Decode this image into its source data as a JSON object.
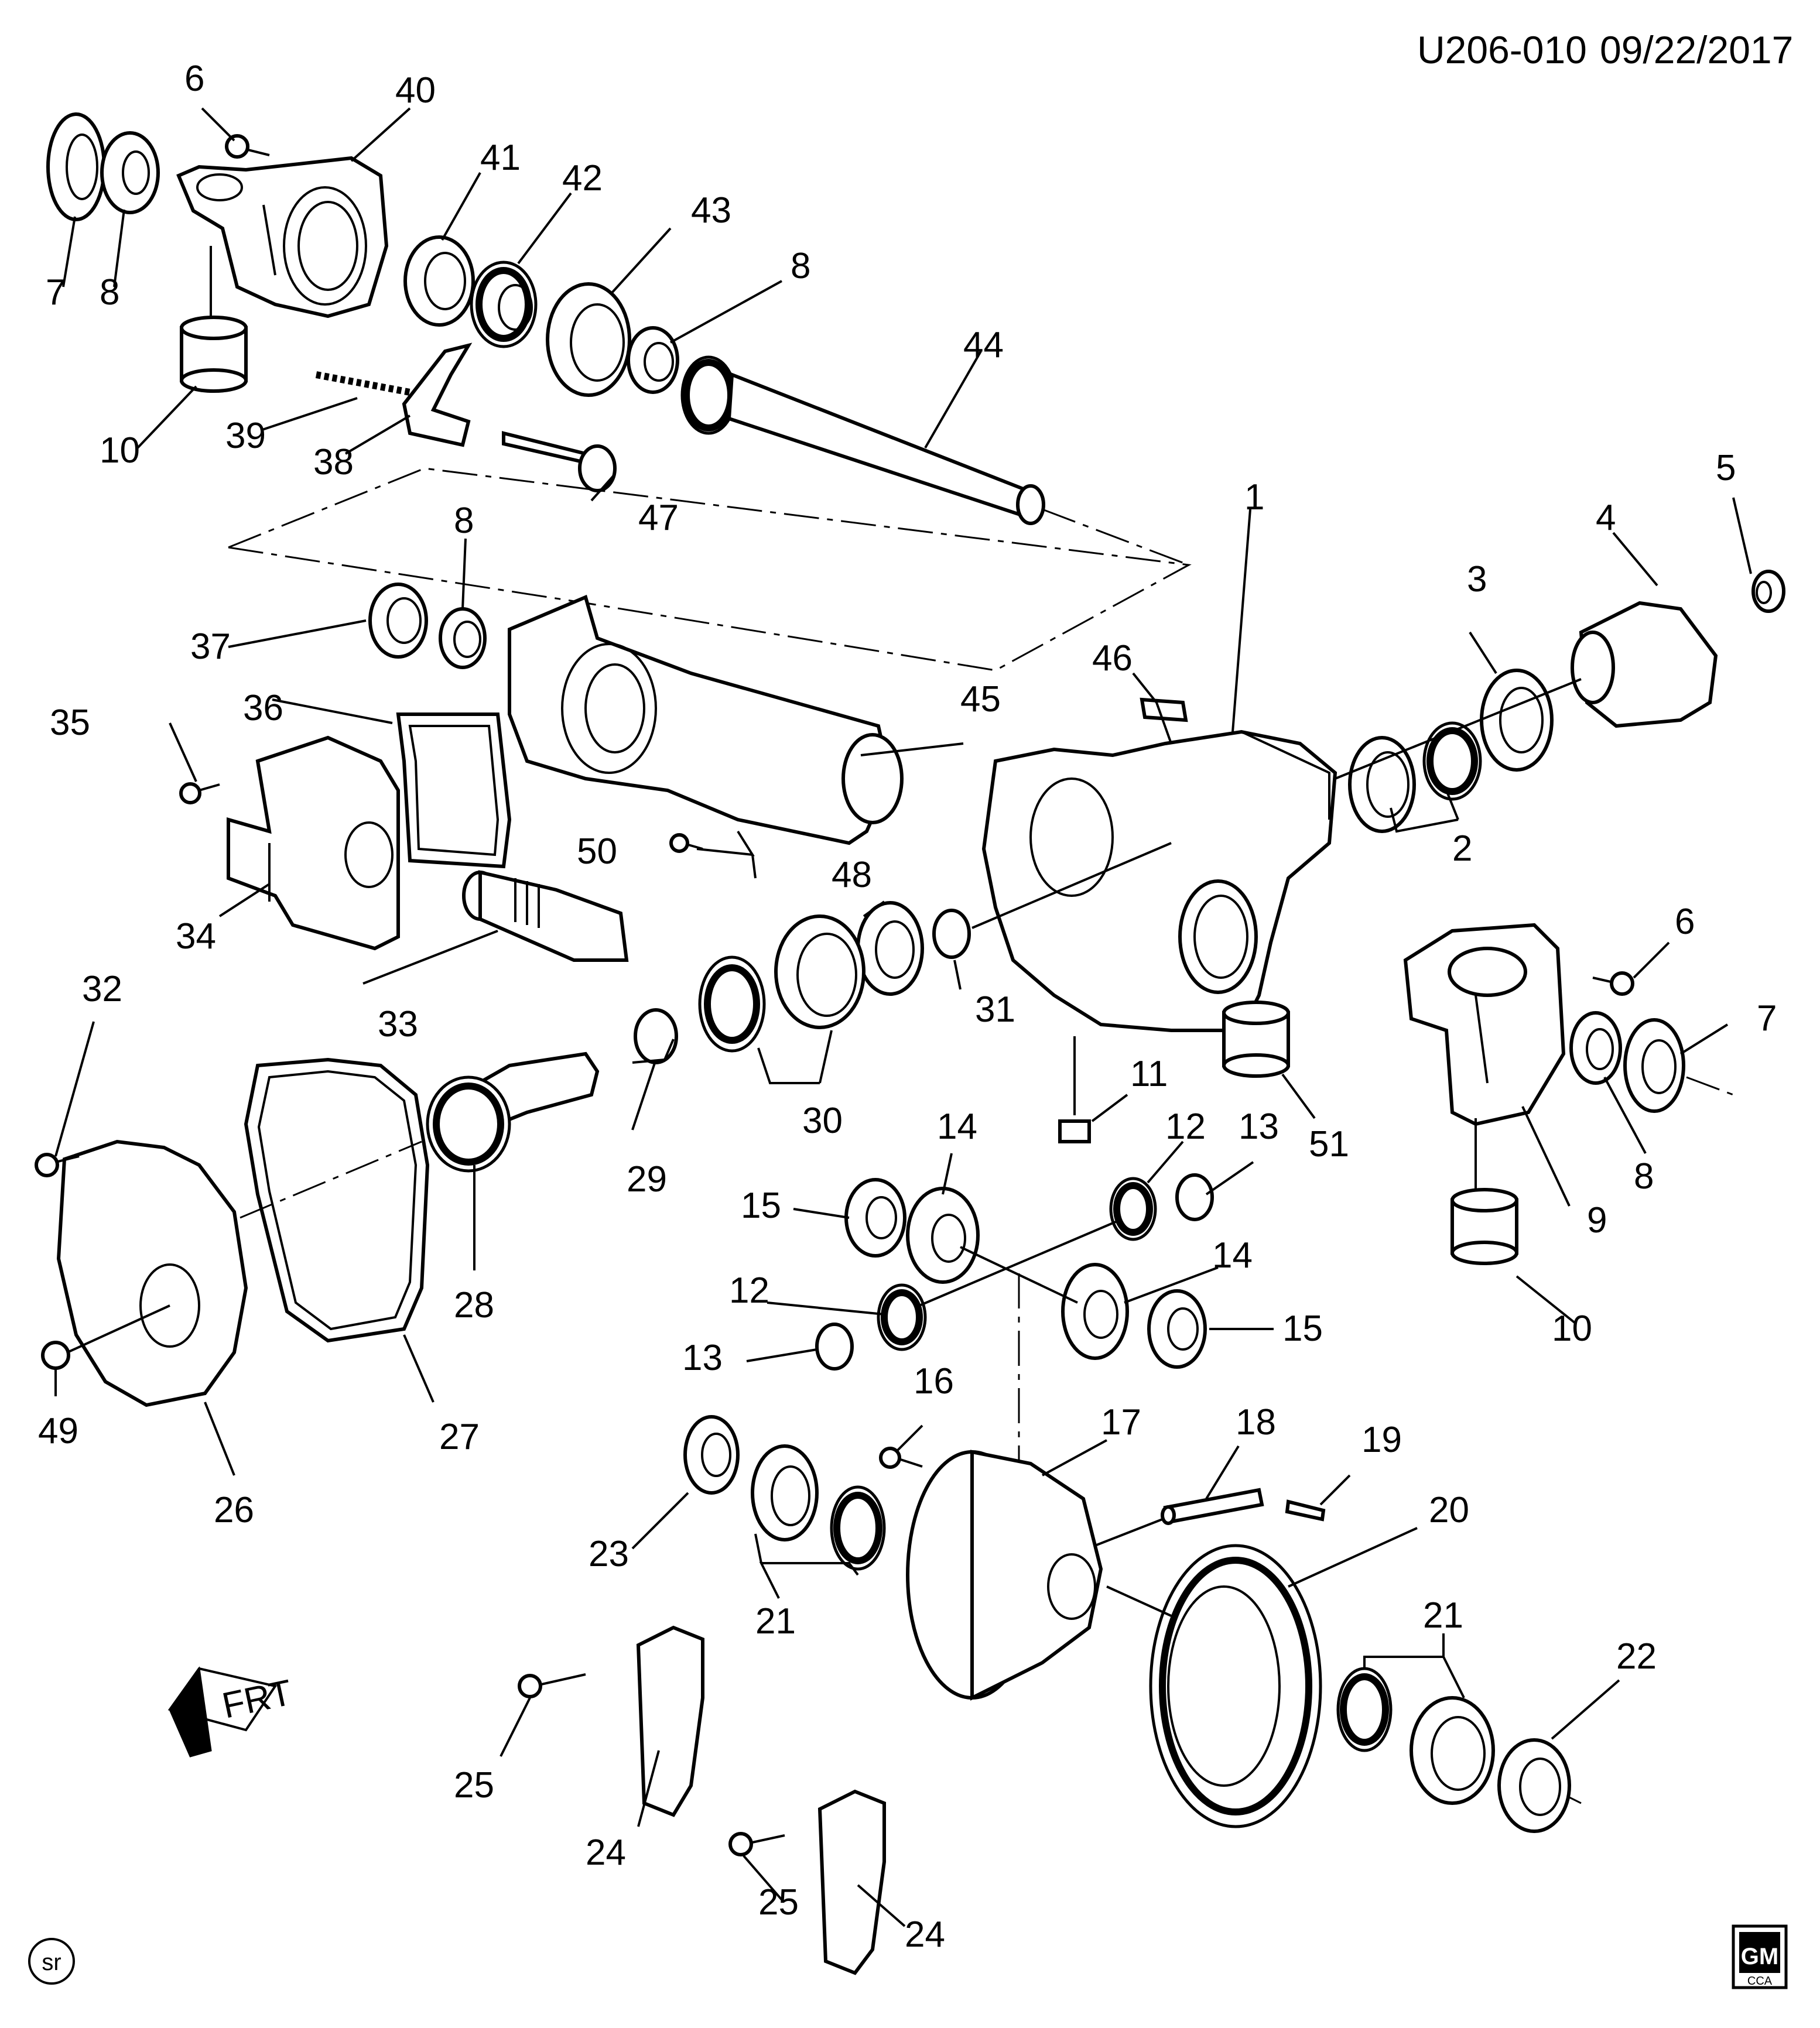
{
  "header": {
    "code": "U206-010",
    "date": "09/22/2017"
  },
  "callouts": [
    "1",
    "2",
    "3",
    "4",
    "5",
    "6",
    "7",
    "8",
    "9",
    "10",
    "11",
    "12",
    "13",
    "14",
    "15",
    "16",
    "17",
    "18",
    "19",
    "20",
    "21",
    "22",
    "23",
    "24",
    "25",
    "26",
    "27",
    "28",
    "29",
    "30",
    "31",
    "32",
    "33",
    "34",
    "35",
    "36",
    "37",
    "38",
    "39",
    "40",
    "41",
    "42",
    "43",
    "44",
    "45",
    "46",
    "47",
    "48",
    "49",
    "50",
    "51"
  ],
  "direction": {
    "label": "FRT"
  },
  "footer": {
    "left_mark": "sr",
    "logo_top": "GM",
    "logo_bottom": "CCA"
  }
}
